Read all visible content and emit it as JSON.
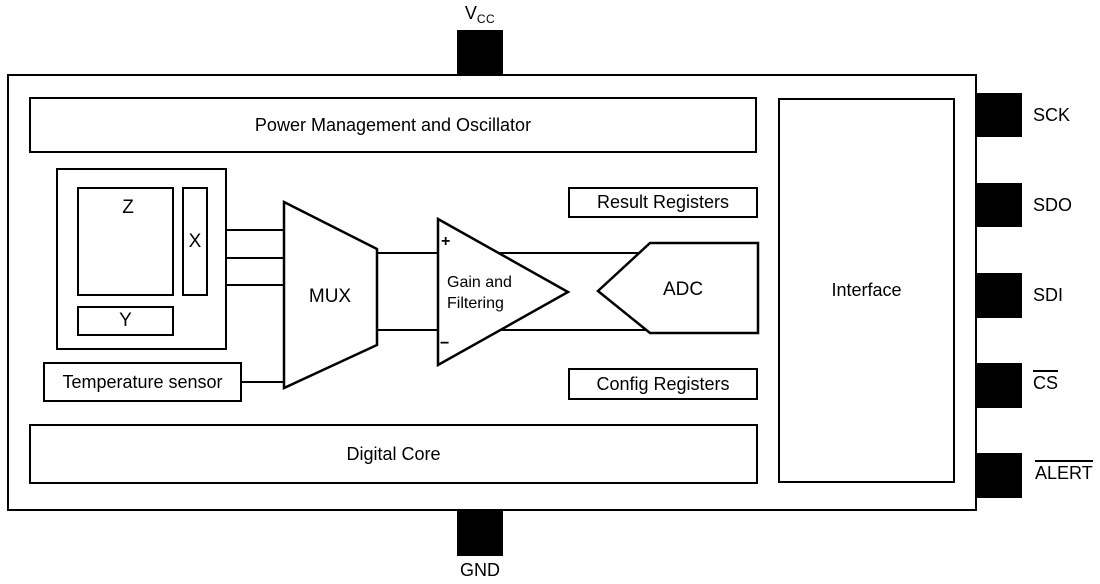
{
  "pins": {
    "vcc": {
      "main": "V",
      "sub": "CC"
    },
    "gnd": "GND",
    "right": [
      {
        "label": "SCK"
      },
      {
        "label": "SDO"
      },
      {
        "label": "SDI"
      },
      {
        "label": "CS"
      },
      {
        "label": "ALERT"
      }
    ]
  },
  "blocks": {
    "power": "Power Management and Oscillator",
    "digital_core": "Digital Core",
    "interface": "Interface",
    "result_registers": "Result Registers",
    "config_registers": "Config Registers",
    "temperature_sensor": "Temperature sensor",
    "mux": "MUX",
    "adc": "ADC",
    "gain_line1": "Gain and",
    "gain_line2": "Filtering",
    "plus": "+",
    "minus": "−",
    "axis_z": "Z",
    "axis_x": "X",
    "axis_y": "Y"
  },
  "colors": {
    "ink": "#000000",
    "paper": "#ffffff"
  }
}
